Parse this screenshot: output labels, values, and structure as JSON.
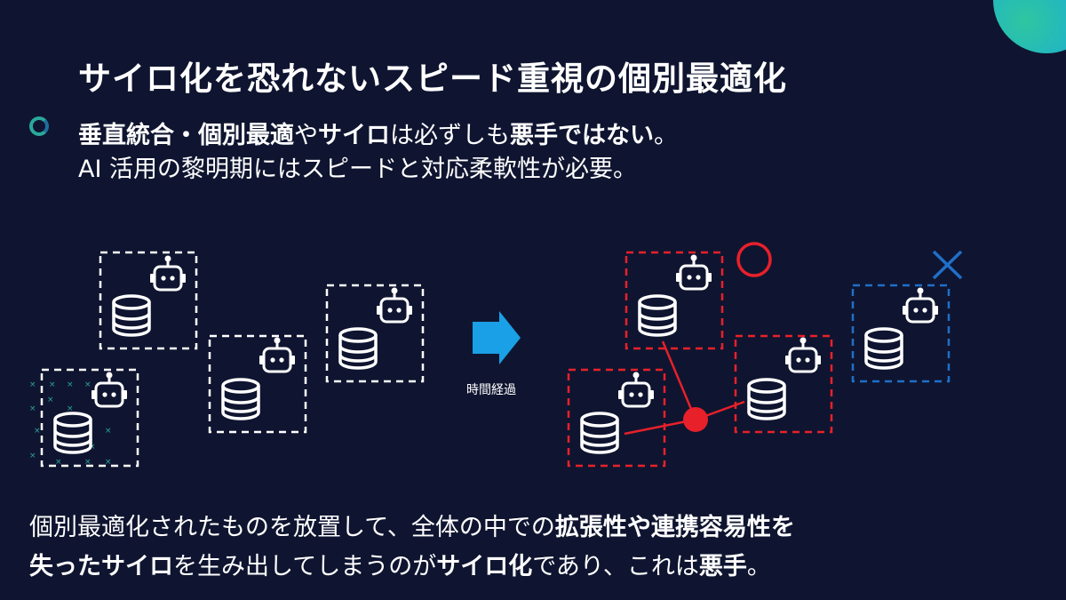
{
  "title": "サイロ化を恐れないスピード重視の個別最適化",
  "lead": {
    "line1_a": "垂直統合・個別最適",
    "line1_b": "や",
    "line1_c": "サイロ",
    "line1_d": "は必ずしも",
    "line1_e": "悪手ではない",
    "line1_f": "。",
    "line2": "AI 活用の黎明期にはスピードと対応柔軟性が必要。"
  },
  "diagram": {
    "time_label": "時間経過",
    "good_mark": "○",
    "bad_mark": "×",
    "colors": {
      "white": "#ffffff",
      "red": "#e8202a",
      "blue": "#1f6fc9",
      "arrow": "#1aa0e6",
      "teal": "#2aa99a"
    }
  },
  "footer": {
    "l1_a": "個別最適化されたものを放置して、全体の中での",
    "l1_b": "拡張性や連携容易性を",
    "l2_a": "失ったサイロ",
    "l2_b": "を生み出してしまうのが",
    "l2_c": "サイロ化",
    "l2_d": "であり、これは",
    "l2_e": "悪手",
    "l2_f": "。"
  }
}
